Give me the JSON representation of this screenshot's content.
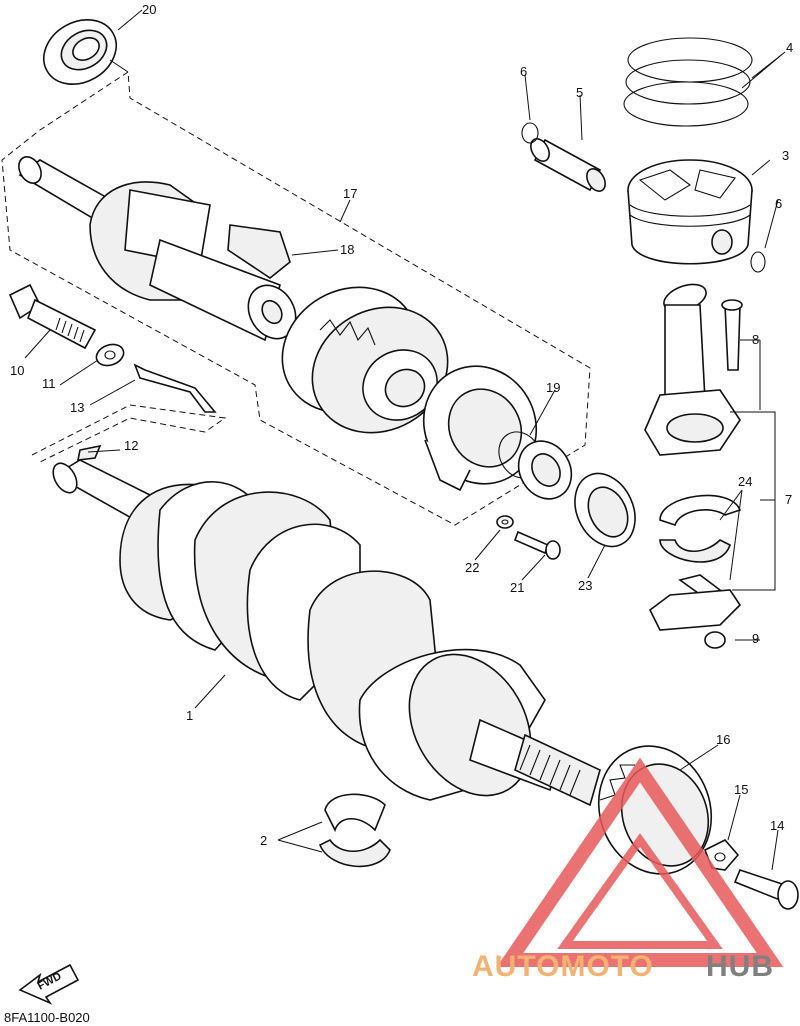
{
  "diagram": {
    "callouts": [
      {
        "id": "1",
        "label": "1"
      },
      {
        "id": "2",
        "label": "2"
      },
      {
        "id": "3",
        "label": "3"
      },
      {
        "id": "4",
        "label": "4"
      },
      {
        "id": "5",
        "label": "5"
      },
      {
        "id": "6a",
        "label": "6"
      },
      {
        "id": "6b",
        "label": "6"
      },
      {
        "id": "7",
        "label": "7"
      },
      {
        "id": "8",
        "label": "8"
      },
      {
        "id": "9",
        "label": "9"
      },
      {
        "id": "10",
        "label": "10"
      },
      {
        "id": "11",
        "label": "11"
      },
      {
        "id": "12",
        "label": "12"
      },
      {
        "id": "13",
        "label": "13"
      },
      {
        "id": "14",
        "label": "14"
      },
      {
        "id": "15",
        "label": "15"
      },
      {
        "id": "16",
        "label": "16"
      },
      {
        "id": "17",
        "label": "17"
      },
      {
        "id": "18",
        "label": "18"
      },
      {
        "id": "19",
        "label": "19"
      },
      {
        "id": "20",
        "label": "20"
      },
      {
        "id": "21",
        "label": "21"
      },
      {
        "id": "22",
        "label": "22"
      },
      {
        "id": "23",
        "label": "23"
      },
      {
        "id": "24",
        "label": "24"
      }
    ],
    "diagram_code": "8FA1100-B020",
    "fwd_label": "FWD"
  },
  "watermark": {
    "part1": "AUTOMOTO",
    "part2": "HUB",
    "colors": {
      "triangle": "#e85a5a",
      "text_orange": "#f2a55a",
      "text_gray": "#6a6a6a"
    }
  }
}
